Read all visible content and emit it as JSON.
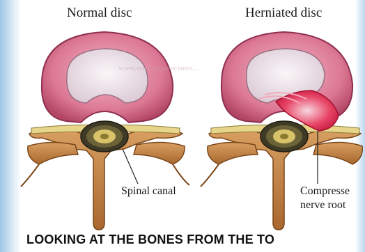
{
  "titles": {
    "left": "Normal disc",
    "right": "Herniated disc"
  },
  "callouts": {
    "spinal_canal": "Spinal canal",
    "compressed_line1": "Compresse",
    "compressed_line2": "nerve root"
  },
  "watermark": "www.medicalpaincenter...",
  "footer": "LOOKING AT THE BONES FROM THE TO",
  "colors": {
    "annulus": "#d9708e",
    "nucleus": "#ece3ea",
    "herniation": "#e0204a",
    "bone": "#c98a4a",
    "bone_shadow": "#8f5424",
    "cord": "#e6d27a"
  }
}
